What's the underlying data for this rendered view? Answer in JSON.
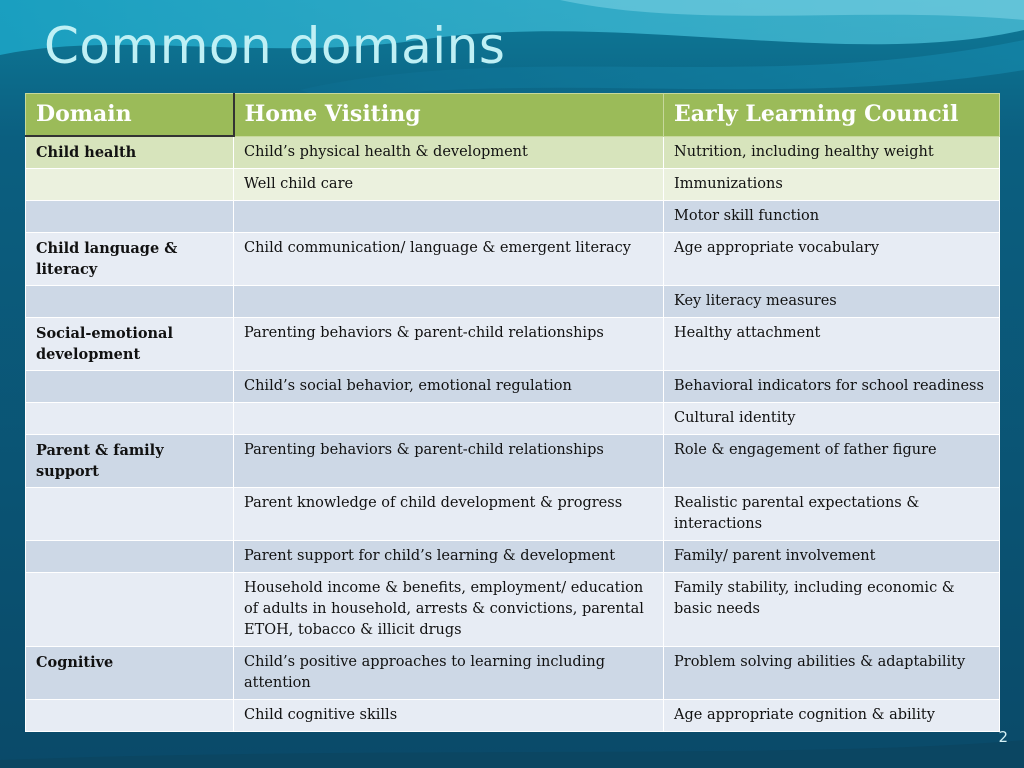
{
  "slide": {
    "title": "Common domains",
    "page_number": "2"
  },
  "table": {
    "headers": [
      "Domain",
      "Home Visiting",
      "Early Learning Council"
    ],
    "rows": [
      {
        "domain": "Child health",
        "home_visiting": "Child’s physical health & development",
        "early_learning_council": "Nutrition, including healthy weight"
      },
      {
        "domain": "",
        "home_visiting": "Well child care",
        "early_learning_council": "Immunizations"
      },
      {
        "domain": "",
        "home_visiting": "",
        "early_learning_council": "Motor skill function"
      },
      {
        "domain": "Child language & literacy",
        "home_visiting": "Child communication/ language & emergent literacy",
        "early_learning_council": "Age appropriate vocabulary"
      },
      {
        "domain": "",
        "home_visiting": "",
        "early_learning_council": "Key literacy measures"
      },
      {
        "domain": "Social-emotional development",
        "home_visiting": "Parenting behaviors & parent-child relationships",
        "early_learning_council": "Healthy attachment"
      },
      {
        "domain": "",
        "home_visiting": "Child’s social behavior, emotional regulation",
        "early_learning_council": "Behavioral indicators for school readiness"
      },
      {
        "domain": "",
        "home_visiting": "",
        "early_learning_council": "Cultural identity"
      },
      {
        "domain": "Parent & family support",
        "home_visiting": "Parenting behaviors & parent-child relationships",
        "early_learning_council": "Role & engagement of father figure"
      },
      {
        "domain": "",
        "home_visiting": "Parent knowledge of child development & progress",
        "early_learning_council": "Realistic parental expectations & interactions"
      },
      {
        "domain": "",
        "home_visiting": "Parent support for child’s learning & development",
        "early_learning_council": "Family/ parent involvement"
      },
      {
        "domain": "",
        "home_visiting": "Household income & benefits, employment/ education of adults in household, arrests & convictions, parental ETOH, tobacco & illicit drugs",
        "early_learning_council": "Family stability, including economic & basic needs"
      },
      {
        "domain": "Cognitive",
        "home_visiting": "Child’s positive approaches to learning including attention",
        "early_learning_council": "Problem solving abilities & adaptability"
      },
      {
        "domain": "",
        "home_visiting": "Child cognitive skills",
        "early_learning_council": "Age appropriate cognition & ability"
      }
    ]
  },
  "colors": {
    "header": "#9bbb59",
    "green_dark": "#d7e4bc",
    "green_light": "#ebf1de",
    "blue_dark": "#cdd8e6",
    "blue_light": "#e7ecf4",
    "title_text": "#bff0f5",
    "background": "#0c4f6d"
  }
}
